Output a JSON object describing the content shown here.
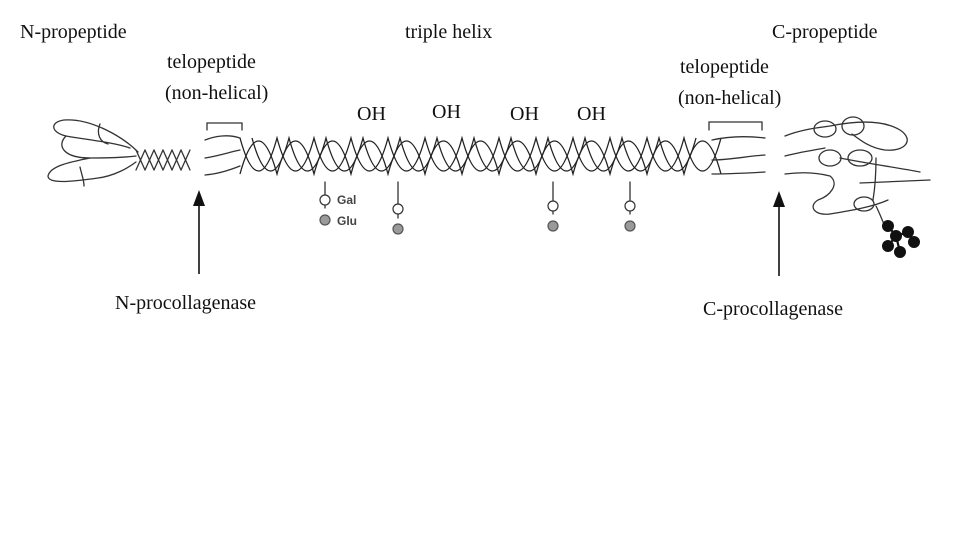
{
  "labels": {
    "n_propeptide": "N-propeptide",
    "triple_helix": "triple helix",
    "c_propeptide": "C-propeptide",
    "telopeptide_left_1": "telopeptide",
    "telopeptide_left_2": "(non-helical)",
    "telopeptide_right_1": "telopeptide",
    "telopeptide_right_2": "(non-helical)",
    "hydroxyl": [
      "OH",
      "OH",
      "OH",
      "OH"
    ],
    "gal": "Gal",
    "glu": "Glu",
    "n_procollagenase": "N-procollagenase",
    "c_procollagenase": "C-procollagenase"
  },
  "colors": {
    "line": "#222222",
    "gal_fill": "#ffffff",
    "glu_fill": "#9a9a9a",
    "c_propeptide_blob": "#111111"
  }
}
